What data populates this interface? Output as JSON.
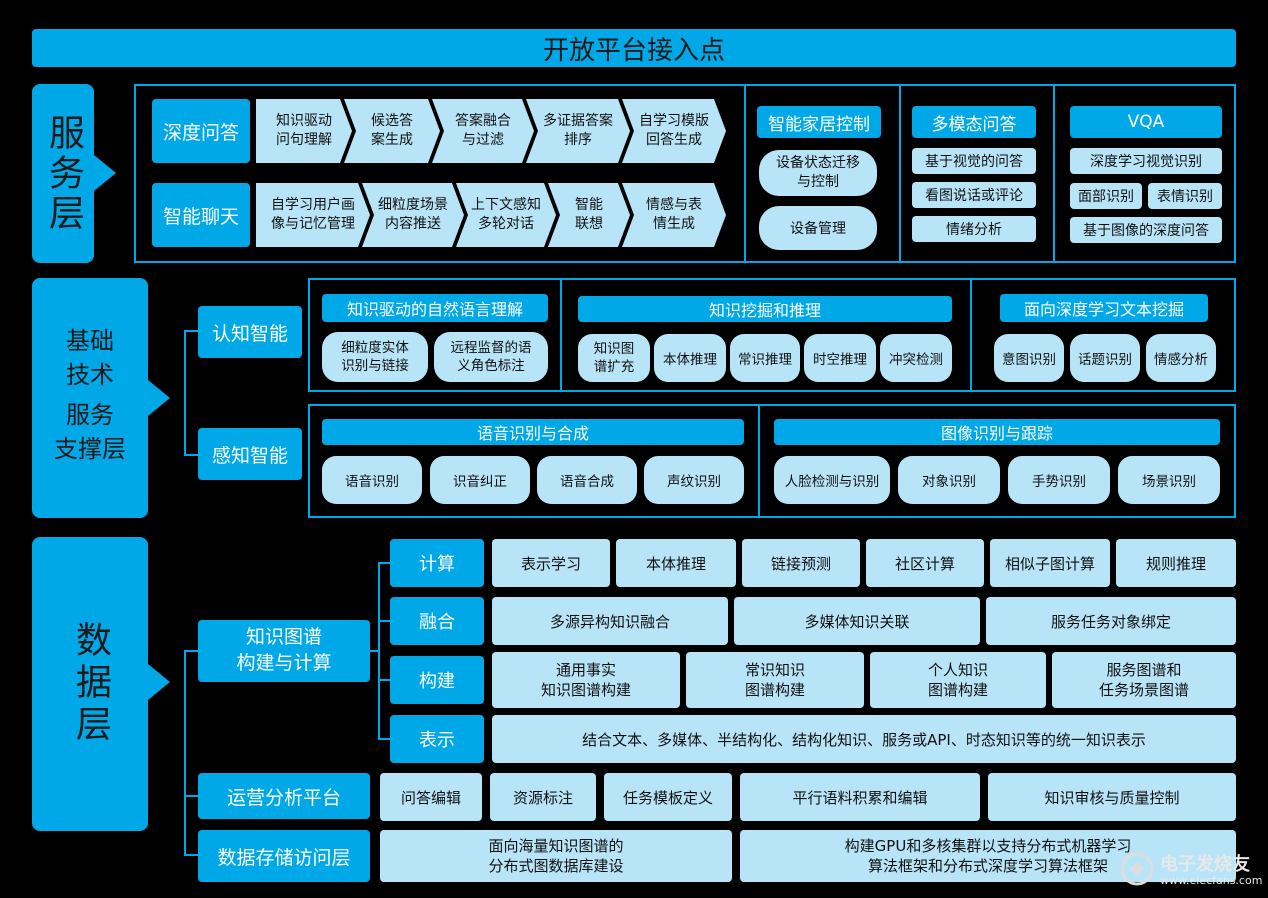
{
  "top_bar": "开放平台接入点",
  "service_layer": {
    "label": "服务层",
    "deep_qa": {
      "title": "深度问答",
      "steps": [
        "知识驱动\n问句理解",
        "候选答\n案生成",
        "答案融合\n与过滤",
        "多证据答案\n排序",
        "自学习模版\n回答生成"
      ]
    },
    "smart_chat": {
      "title": "智能聊天",
      "steps": [
        "自学习用户画\n像与记忆管理",
        "细粒度场景\n内容推送",
        "上下文感知\n多轮对话",
        "智能\n联想",
        "情感与表\n情生成"
      ]
    },
    "smart_home": {
      "title": "智能家居控制",
      "items": [
        "设备状态迁移\n与控制",
        "设备管理"
      ]
    },
    "multimodal_qa": {
      "title": "多模态问答",
      "items": [
        "基于视觉的问答",
        "看图说话或评论",
        "情绪分析"
      ]
    },
    "vqa": {
      "title": "VQA",
      "items": [
        "深度学习视觉识别",
        "面部识别",
        "表情识别",
        "基于图像的深度问答"
      ]
    }
  },
  "foundation_layer": {
    "label_line1": "基础",
    "label_line2": "技术",
    "label_line3": "服务",
    "label_line4": "支撑层",
    "cognitive": "认知智能",
    "perceptual": "感知智能",
    "nlu": {
      "title": "知识驱动的自然语言理解",
      "items": [
        "细粒度实体\n识别与链接",
        "远程监督的语\n义角色标注"
      ]
    },
    "mining": {
      "title": "知识挖掘和推理",
      "items": [
        "知识图\n谱扩充",
        "本体推理",
        "常识推理",
        "时空推理",
        "冲突检测"
      ]
    },
    "text_mining": {
      "title": "面向深度学习文本挖掘",
      "items": [
        "意图识别",
        "话题识别",
        "情感分析"
      ]
    },
    "speech": {
      "title": "语音识别与合成",
      "items": [
        "语音识别",
        "识音纠正",
        "语音合成",
        "声纹识别"
      ]
    },
    "image": {
      "title": "图像识别与跟踪",
      "items": [
        "人脸检测与识别",
        "对象识别",
        "手势识别",
        "场景识别"
      ]
    }
  },
  "data_layer": {
    "label": "数据层",
    "kg_build": "知识图谱\n构建与计算",
    "ops_platform": "运营分析平台",
    "storage": "数据存储访问层",
    "rows": {
      "compute": {
        "label": "计算",
        "items": [
          "表示学习",
          "本体推理",
          "链接预测",
          "社区计算",
          "相似子图计算",
          "规则推理"
        ]
      },
      "fusion": {
        "label": "融合",
        "items": [
          "多源异构知识融合",
          "多媒体知识关联",
          "服务任务对象绑定"
        ]
      },
      "construct": {
        "label": "构建",
        "items": [
          "通用事实\n知识图谱构建",
          "常识知识\n图谱构建",
          "个人知识\n图谱构建",
          "服务图谱和\n任务场景图谱"
        ]
      },
      "represent": {
        "label": "表示",
        "items": [
          "结合文本、多媒体、半结构化、结构化知识、服务或API、时态知识等的统一知识表示"
        ]
      }
    },
    "ops_items": [
      "问答编辑",
      "资源标注",
      "任务模板定义",
      "平行语料积累和编辑",
      "知识审核与质量控制"
    ],
    "storage_items": [
      "面向海量知识图谱的\n分布式图数据库建设",
      "构建GPU和多核集群以支持分布式机器学习\n算法框架和分布式深度学习算法框架"
    ]
  },
  "watermark": {
    "cn": "电子发烧友",
    "en": "www.elecfans.com"
  },
  "colors": {
    "primary": "#00A8E8",
    "light": "#B8E4F8",
    "background": "#000000"
  }
}
